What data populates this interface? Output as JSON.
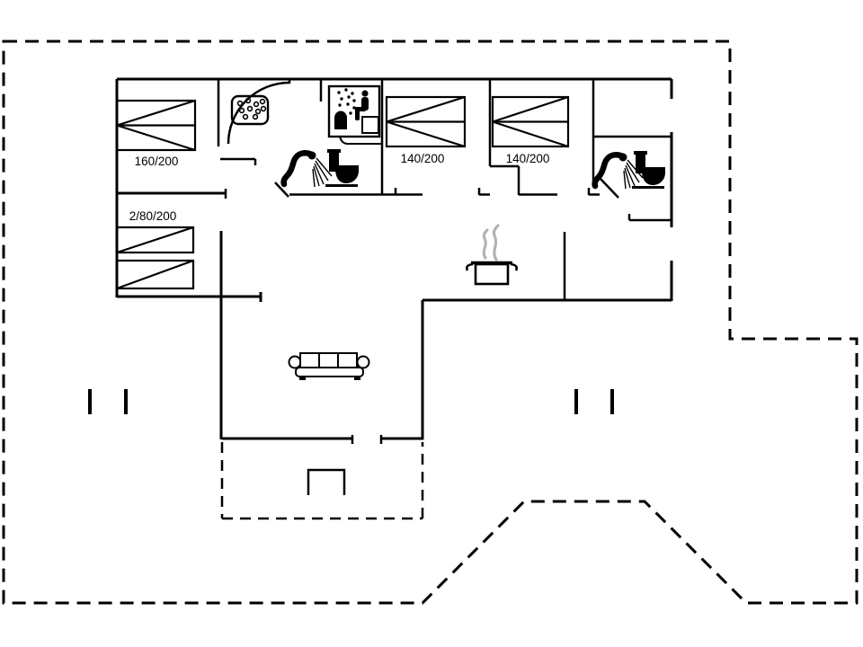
{
  "plan": {
    "type": "holiday-house floor plan",
    "bed_labels": {
      "master": "160/200",
      "bunk": "2/80/200",
      "double1": "140/200",
      "double2": "140/200"
    },
    "icons": [
      "whirlpool-icon",
      "sauna-icon",
      "shower-icon-bath1",
      "toilet-icon-bath1",
      "shower-icon-bath2",
      "toilet-icon-bath2",
      "cooking-pot-icon",
      "sofa-icon",
      "terrace-step-icon"
    ],
    "colors": {
      "line": "#000000",
      "background": "#ffffff",
      "steam": "#b3b3b3"
    }
  }
}
